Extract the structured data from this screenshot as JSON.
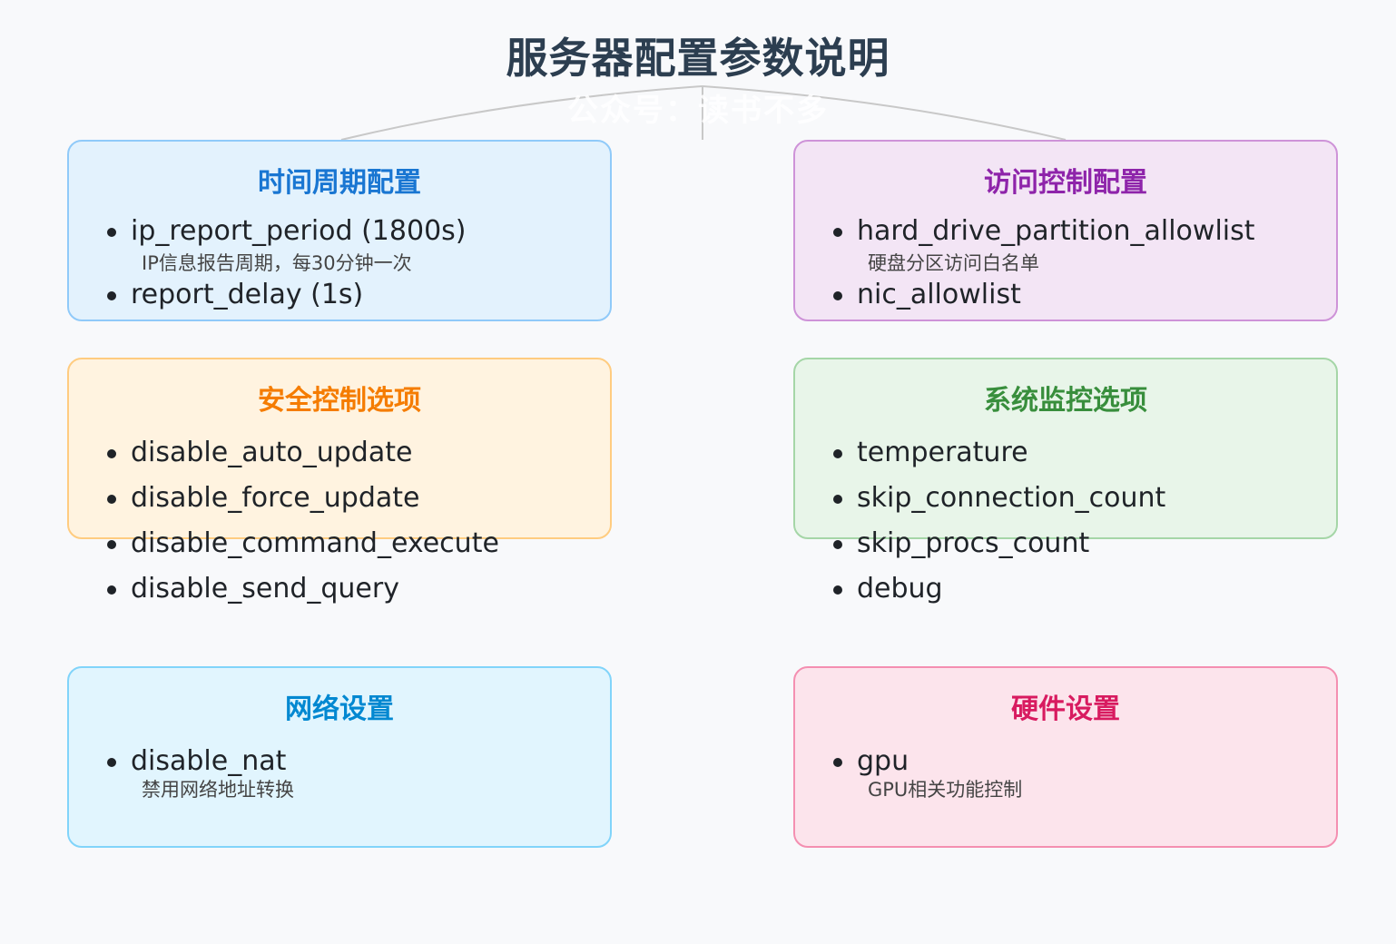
{
  "title": "服务器配置参数说明",
  "watermark": "公众号：读书不多",
  "colors": {
    "title": "#2c3e50",
    "connector": "#c8c8c8"
  },
  "boxes": [
    {
      "title": "时间周期配置",
      "title_color": "#1976d2",
      "bg": "#e3f2fd",
      "border": "#90caf9",
      "items": [
        {
          "label": "ip_report_period (1800s)",
          "note": "IP信息报告周期，每30分钟一次"
        },
        {
          "label": "report_delay (1s)",
          "note": ""
        }
      ]
    },
    {
      "title": "访问控制配置",
      "title_color": "#8e24aa",
      "bg": "#f3e5f5",
      "border": "#ce93d8",
      "items": [
        {
          "label": "hard_drive_partition_allowlist",
          "note": "硬盘分区访问白名单"
        },
        {
          "label": "nic_allowlist",
          "note": ""
        }
      ]
    },
    {
      "title": "安全控制选项",
      "title_color": "#f57c00",
      "bg": "#fff3e0",
      "border": "#ffcc80",
      "items": [
        {
          "label": "disable_auto_update",
          "note": ""
        },
        {
          "label": "disable_force_update",
          "note": ""
        },
        {
          "label": "disable_command_execute",
          "note": ""
        },
        {
          "label": "disable_send_query",
          "note": ""
        }
      ]
    },
    {
      "title": "系统监控选项",
      "title_color": "#388e3c",
      "bg": "#e8f5e9",
      "border": "#a5d6a7",
      "items": [
        {
          "label": "temperature",
          "note": ""
        },
        {
          "label": "skip_connection_count",
          "note": ""
        },
        {
          "label": "skip_procs_count",
          "note": ""
        },
        {
          "label": "debug",
          "note": ""
        }
      ]
    },
    {
      "title": "网络设置",
      "title_color": "#0288d1",
      "bg": "#e1f5fe",
      "border": "#81d4fa",
      "items": [
        {
          "label": "disable_nat",
          "note": "禁用网络地址转换"
        }
      ]
    },
    {
      "title": "硬件设置",
      "title_color": "#d81b60",
      "bg": "#fce4ec",
      "border": "#f48fb1",
      "items": [
        {
          "label": "gpu",
          "note": "GPU相关功能控制"
        }
      ]
    }
  ]
}
